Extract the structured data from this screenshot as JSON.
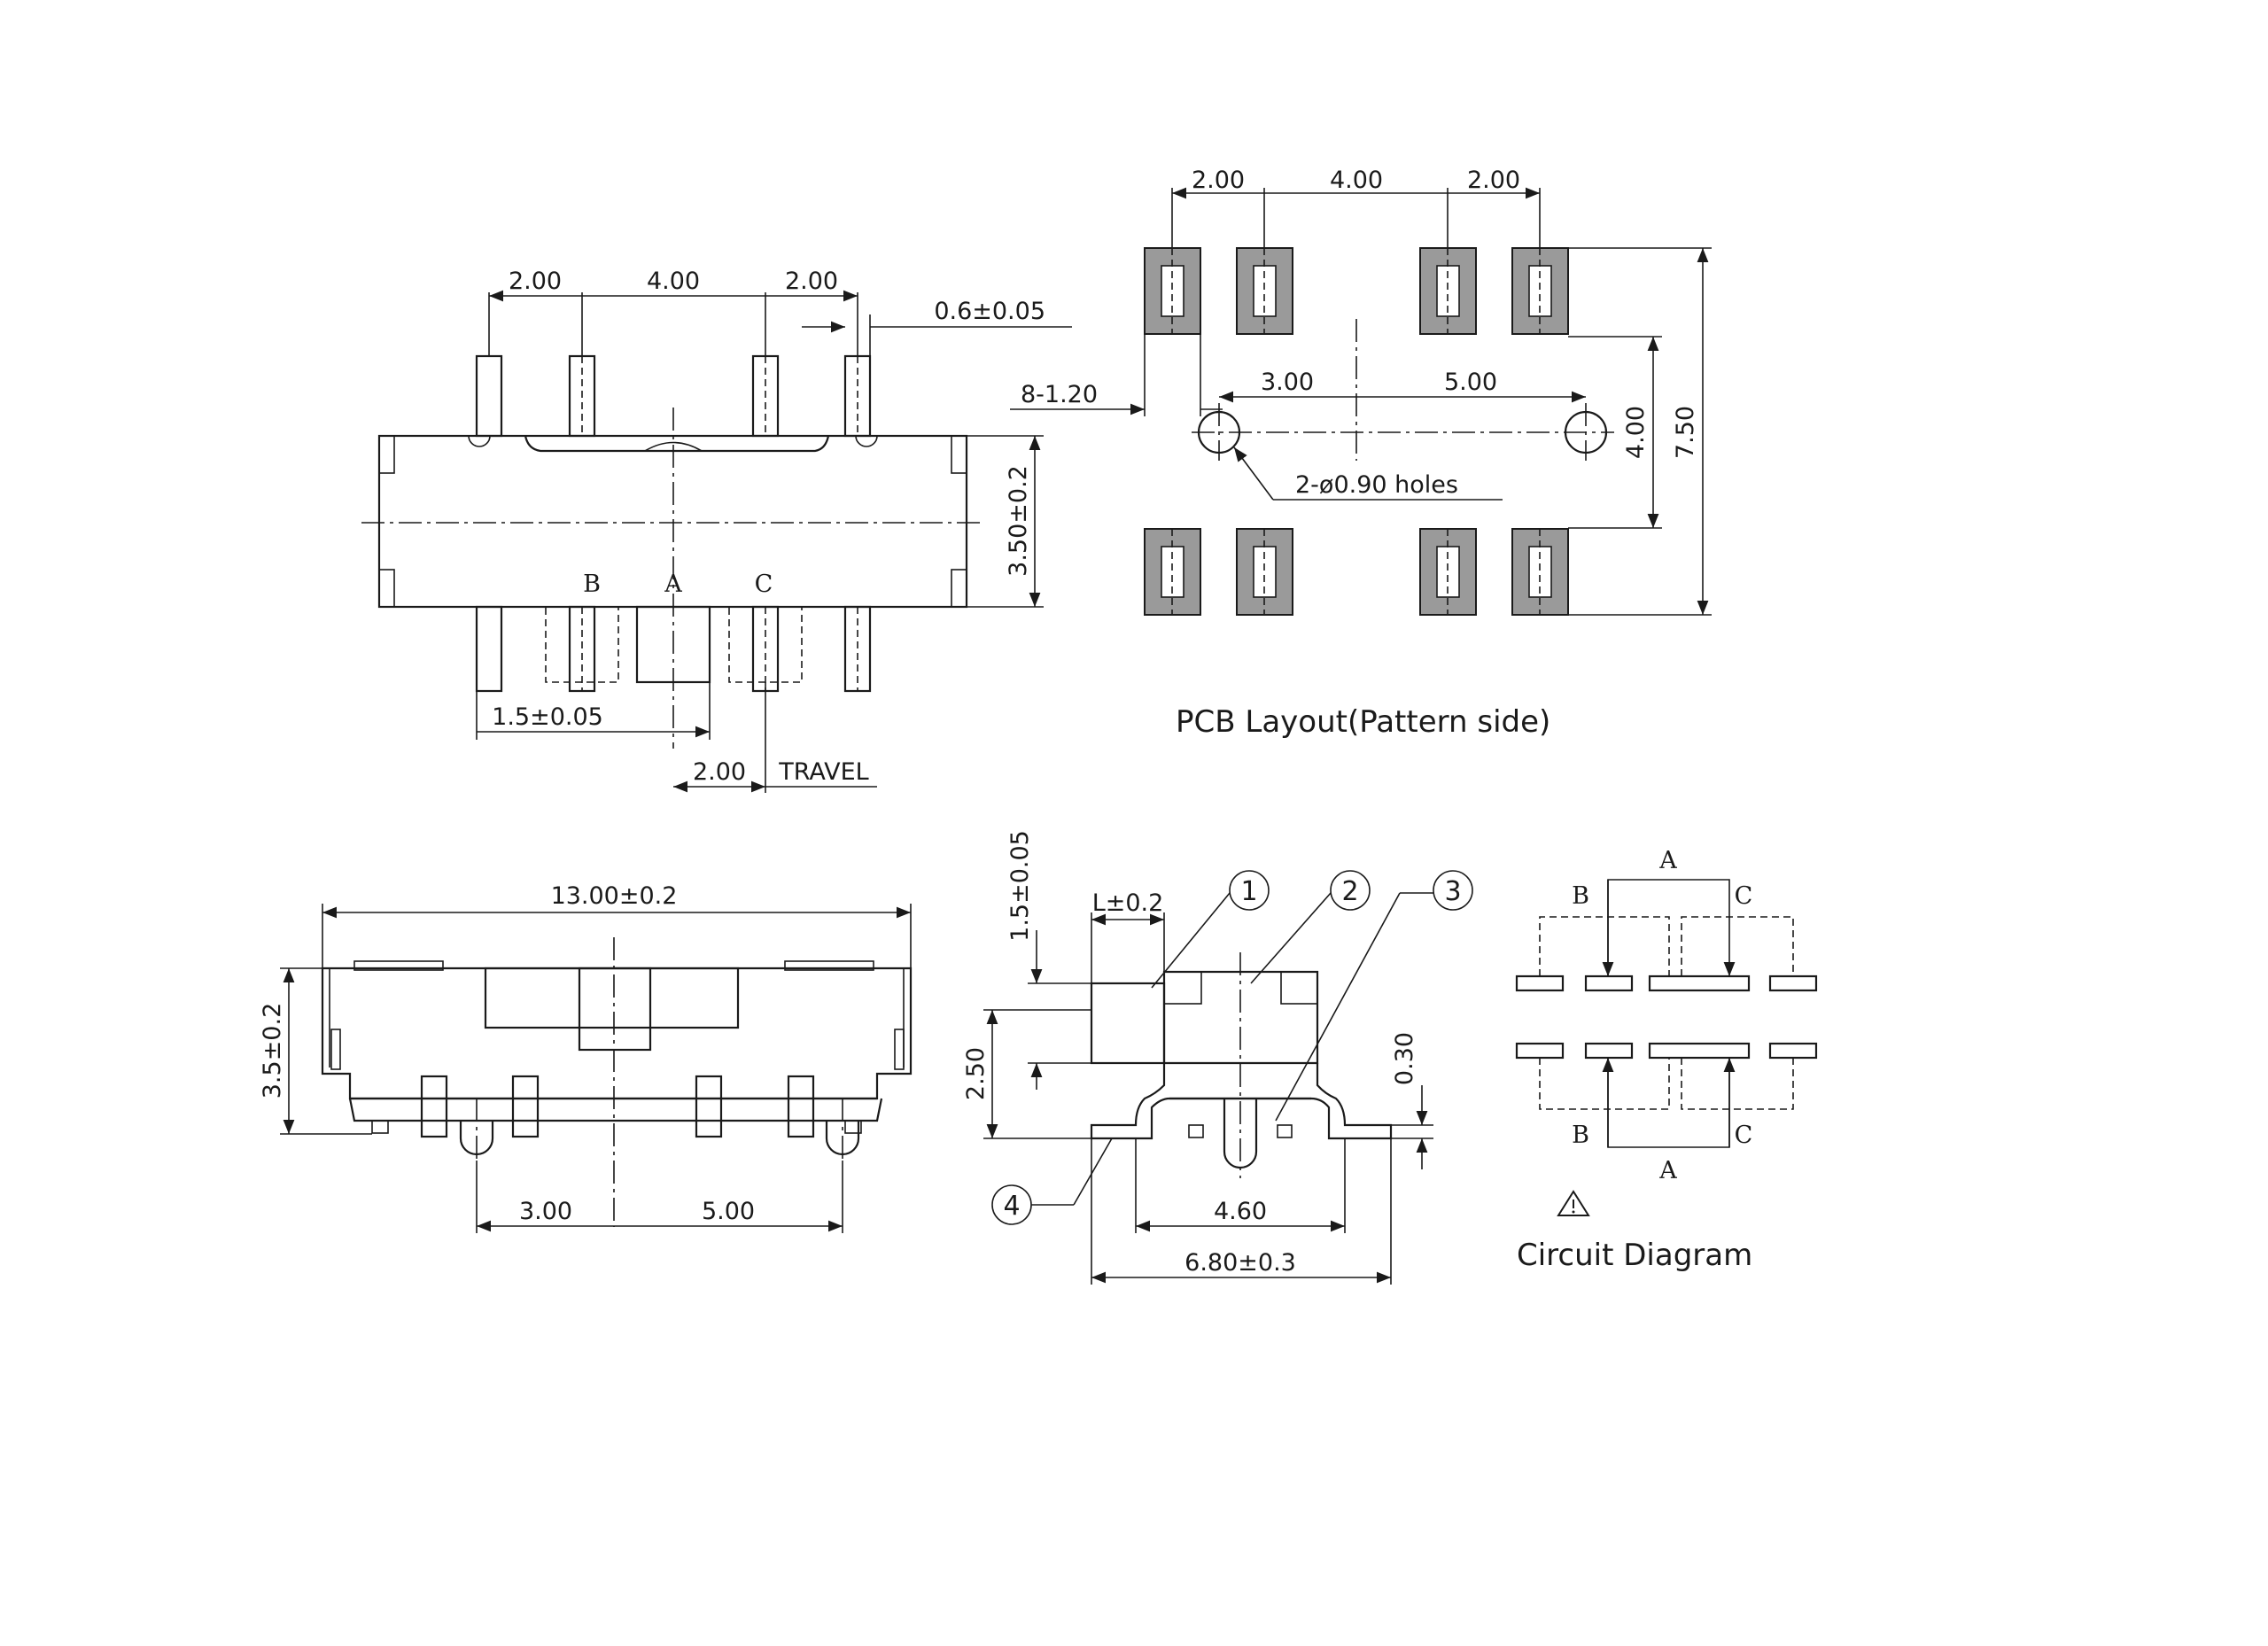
{
  "top_view": {
    "dims": [
      "2.00",
      "4.00",
      "2.00",
      "0.6±0.05",
      "3.50±0.2",
      "1.5±0.05",
      "2.00",
      "TRAVEL"
    ],
    "terminal_labels": [
      "B",
      "A",
      "C"
    ]
  },
  "pcb_layout": {
    "dims": [
      "2.00",
      "4.00",
      "2.00",
      "8-1.20",
      "3.00",
      "5.00",
      "4.00",
      "7.50",
      "2-ø0.90  holes"
    ],
    "caption": "PCB Layout(Pattern side)"
  },
  "front_view": {
    "dims": [
      "13.00±0.2",
      "3.5±0.2",
      "3.00",
      "5.00"
    ]
  },
  "side_view": {
    "dims": [
      "1.5±0.05",
      "L±0.2",
      "2.50",
      "0.30",
      "4.60",
      "6.80±0.3"
    ],
    "balloons": [
      "1",
      "2",
      "3",
      "4"
    ]
  },
  "circuit": {
    "labels_top": [
      "A",
      "B",
      "C"
    ],
    "labels_bottom": [
      "B",
      "C",
      "A"
    ],
    "warning_symbol": "warning-triangle-icon",
    "caption": "Circuit  Diagram"
  }
}
